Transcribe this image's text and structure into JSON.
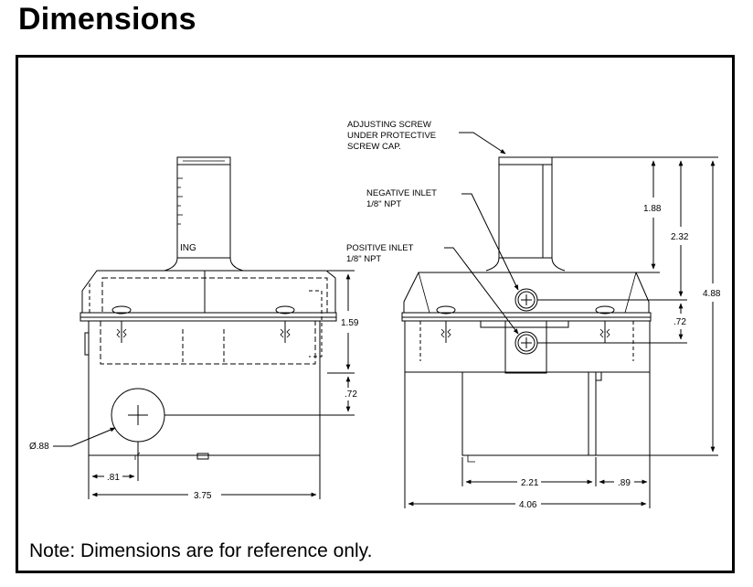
{
  "header": {
    "title": "Dimensions"
  },
  "drawing": {
    "left_view": {
      "dims": {
        "height_1_59": "1.59",
        "height_0_72": ".72",
        "width_0_81": ".81",
        "width_3_75": "3.75",
        "diameter": "Ø.88"
      },
      "fragment_text": "ING"
    },
    "right_view": {
      "callouts": {
        "adjusting_screw": [
          "ADJUSTING SCREW",
          "UNDER PROTECTIVE",
          "SCREW CAP."
        ],
        "negative_inlet": [
          "NEGATIVE INLET",
          "1/8\" NPT"
        ],
        "positive_inlet": [
          "POSITIVE INLET",
          "1/8\" NPT"
        ]
      },
      "dims": {
        "height_1_88": "1.88",
        "height_2_32": "2.32",
        "height_4_88": "4.88",
        "spacing_0_72": ".72",
        "width_2_21": "2.21",
        "width_0_89": ".89",
        "width_4_06": "4.06"
      }
    }
  },
  "footer": {
    "note": "Note: Dimensions are for reference only."
  }
}
